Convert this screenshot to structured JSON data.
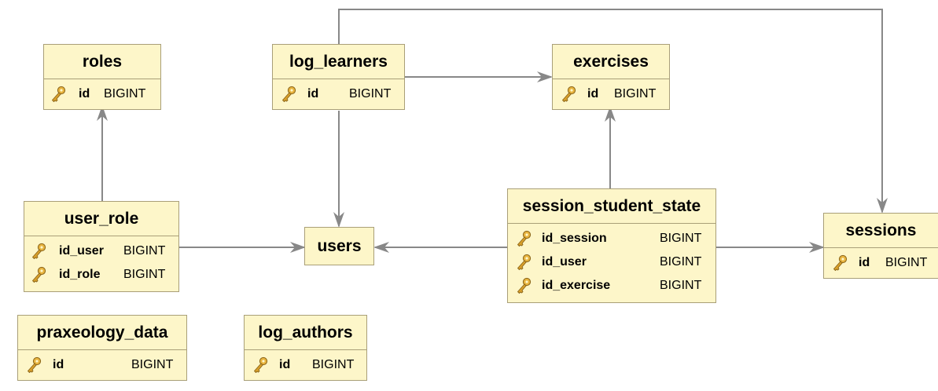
{
  "tables": {
    "roles": {
      "title": "roles",
      "columns": [
        {
          "name": "id",
          "type": "BIGINT"
        }
      ]
    },
    "log_learners": {
      "title": "log_learners",
      "columns": [
        {
          "name": "id",
          "type": "BIGINT"
        }
      ]
    },
    "exercises": {
      "title": "exercises",
      "columns": [
        {
          "name": "id",
          "type": "BIGINT"
        }
      ]
    },
    "user_role": {
      "title": "user_role",
      "columns": [
        {
          "name": "id_user",
          "type": "BIGINT"
        },
        {
          "name": "id_role",
          "type": "BIGINT"
        }
      ]
    },
    "users": {
      "title": "users"
    },
    "session_student_state": {
      "title": "session_student_state",
      "columns": [
        {
          "name": "id_session",
          "type": "BIGINT"
        },
        {
          "name": "id_user",
          "type": "BIGINT"
        },
        {
          "name": "id_exercise",
          "type": "BIGINT"
        }
      ]
    },
    "sessions": {
      "title": "sessions",
      "columns": [
        {
          "name": "id",
          "type": "BIGINT"
        }
      ]
    },
    "praxeology_data": {
      "title": "praxeology_data",
      "columns": [
        {
          "name": "id",
          "type": "BIGINT"
        }
      ]
    },
    "log_authors": {
      "title": "log_authors",
      "columns": [
        {
          "name": "id",
          "type": "BIGINT"
        }
      ]
    }
  },
  "relationships": [
    {
      "from": "user_role",
      "to": "roles"
    },
    {
      "from": "user_role",
      "to": "users"
    },
    {
      "from": "log_learners",
      "to": "exercises"
    },
    {
      "from": "log_learners",
      "to": "users"
    },
    {
      "from": "log_learners",
      "to": "sessions"
    },
    {
      "from": "session_student_state",
      "to": "exercises"
    },
    {
      "from": "session_student_state",
      "to": "users"
    },
    {
      "from": "session_student_state",
      "to": "sessions"
    }
  ],
  "icons": {
    "column_key": "key-icon"
  },
  "colors": {
    "table_fill": "#fdf6c9",
    "table_border": "#a99f78",
    "connector": "#888888",
    "key_gold": "#d9a02b"
  }
}
